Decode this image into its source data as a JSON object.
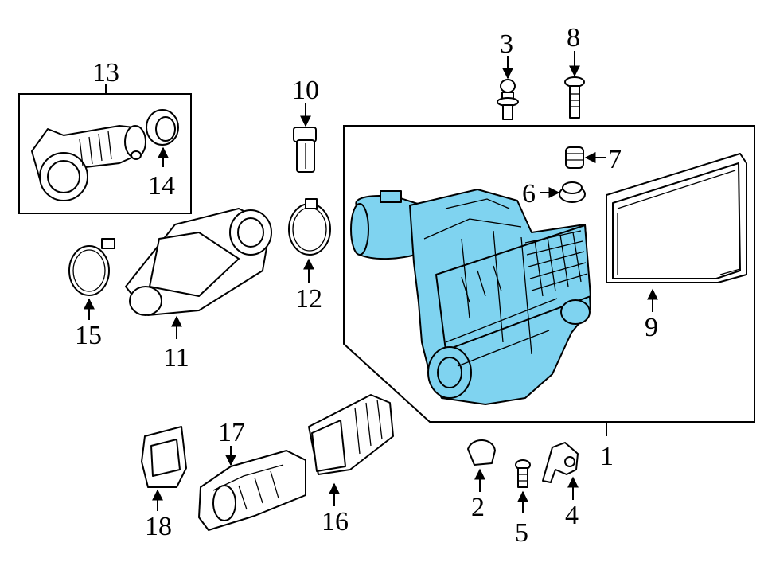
{
  "highlight_color": "#7fd3f0",
  "line_color": "#000000",
  "callouts": [
    {
      "id": "1",
      "label": "1"
    },
    {
      "id": "2",
      "label": "2"
    },
    {
      "id": "3",
      "label": "3"
    },
    {
      "id": "4",
      "label": "4"
    },
    {
      "id": "5",
      "label": "5"
    },
    {
      "id": "6",
      "label": "6"
    },
    {
      "id": "7",
      "label": "7"
    },
    {
      "id": "8",
      "label": "8"
    },
    {
      "id": "9",
      "label": "9"
    },
    {
      "id": "10",
      "label": "10"
    },
    {
      "id": "11",
      "label": "11"
    },
    {
      "id": "12",
      "label": "12"
    },
    {
      "id": "13",
      "label": "13"
    },
    {
      "id": "14",
      "label": "14"
    },
    {
      "id": "15",
      "label": "15"
    },
    {
      "id": "16",
      "label": "16"
    },
    {
      "id": "17",
      "label": "17"
    },
    {
      "id": "18",
      "label": "18"
    }
  ]
}
